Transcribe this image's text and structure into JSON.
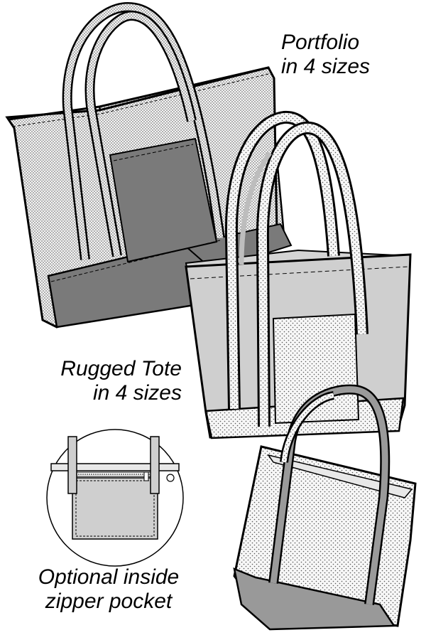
{
  "captions": {
    "portfolio": {
      "line1": "Portfolio",
      "line2": "in 4 sizes"
    },
    "rugged_tote": {
      "line1": "Rugged Tote",
      "line2": "in 4 sizes"
    },
    "zipper_pocket": {
      "line1": "Optional inside",
      "line2": "zipper pocket"
    }
  },
  "illustrations": [
    {
      "name": "Portfolio tote",
      "size": "large"
    },
    {
      "name": "Rugged tote",
      "size": "medium"
    },
    {
      "name": "Rugged tote",
      "size": "small"
    },
    {
      "name": "Zipper pocket detail",
      "size": "inset"
    }
  ],
  "colors": {
    "outline": "#000000",
    "dark_fabric": "#7a7a7a",
    "mid_fabric": "#a6a6a6",
    "light_fabric": "#cfcfcf",
    "dotted_fabric": "#e6e6e6",
    "background": "#ffffff"
  }
}
